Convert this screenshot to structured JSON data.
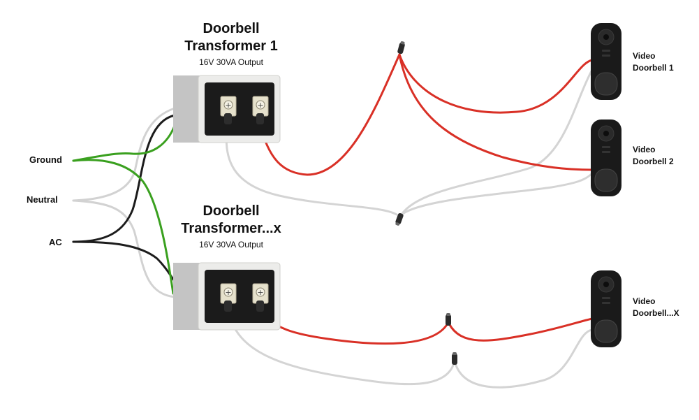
{
  "transformers": [
    {
      "title_line1": "Doorbell",
      "title_line2": "Transformer 1",
      "output": "16V 30VA Output",
      "terminal_symbol": "+"
    },
    {
      "title_line1": "Doorbell",
      "title_line2": "Transformer...x",
      "output": "16V 30VA Output",
      "terminal_symbol": "+"
    }
  ],
  "inputs": {
    "ground": "Ground",
    "neutral": "Neutral",
    "ac": "AC"
  },
  "doorbells": [
    {
      "line1": "Video",
      "line2": "Doorbell 1"
    },
    {
      "line1": "Video",
      "line2": "Doorbell 2"
    },
    {
      "line1": "Video",
      "line2": "Doorbell...X"
    }
  ],
  "colors": {
    "ground": "#3aa01f",
    "neutral": "#d2d2d2",
    "ac": "#1c1c1c",
    "red_wire": "#d93026",
    "gray_wire": "#d4d4d4",
    "transformer_body": "#ececea",
    "transformer_side": "#c4c4c4",
    "terminal_panel": "#1b1b1b",
    "doorbell": "#1a1a1a"
  }
}
